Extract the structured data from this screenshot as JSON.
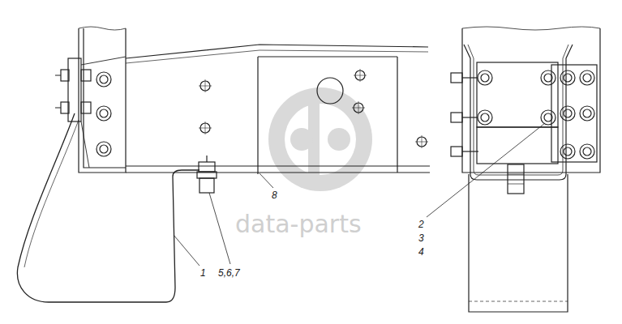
{
  "diagram": {
    "labels": [
      "8",
      "1",
      "5,6,7",
      "2",
      "3",
      "4",
      "data-parts"
    ]
  }
}
